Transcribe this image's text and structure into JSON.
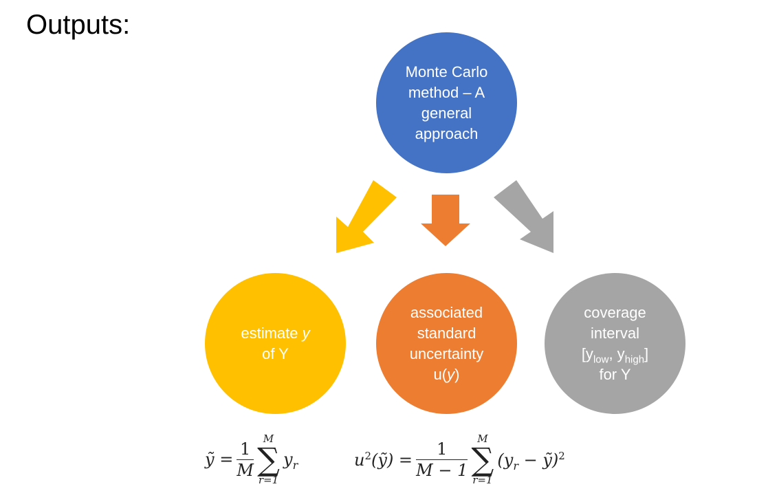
{
  "title": "Outputs:",
  "nodes": {
    "top": {
      "line1": "Monte Carlo",
      "line2": "method – A",
      "line3": "general",
      "line4": "approach"
    },
    "left": {
      "line1_pre": "estimate ",
      "line1_var": "y",
      "line2": "of Y"
    },
    "middle": {
      "line1": "associated",
      "line2": "standard",
      "line3": "uncertainty",
      "line4_pre": "u(",
      "line4_var": "y",
      "line4_post": ")"
    },
    "right": {
      "line1": "coverage",
      "line2": "interval",
      "line3_open": "[y",
      "line3_low": "low",
      "line3_mid": ", y",
      "line3_high": "high",
      "line3_close": "]",
      "line4": "for Y"
    }
  },
  "colors": {
    "top": "#4472c4",
    "left": "#ffc000",
    "middle": "#ed7d31",
    "right": "#a5a5a5"
  },
  "formulas": {
    "mean": {
      "lhs": "ỹ =",
      "num": "1",
      "den": "M",
      "upper": "M",
      "lower": "r=1",
      "term": "y",
      "term_sub": "r"
    },
    "variance": {
      "lhs_base": "u",
      "lhs_sup": "2",
      "lhs_arg": "(ỹ) =",
      "num": "1",
      "den": "M − 1",
      "upper": "M",
      "lower": "r=1",
      "term": "(y",
      "term_sub": "r",
      "term_rest": " − ỹ)",
      "term_sup": "2"
    }
  }
}
